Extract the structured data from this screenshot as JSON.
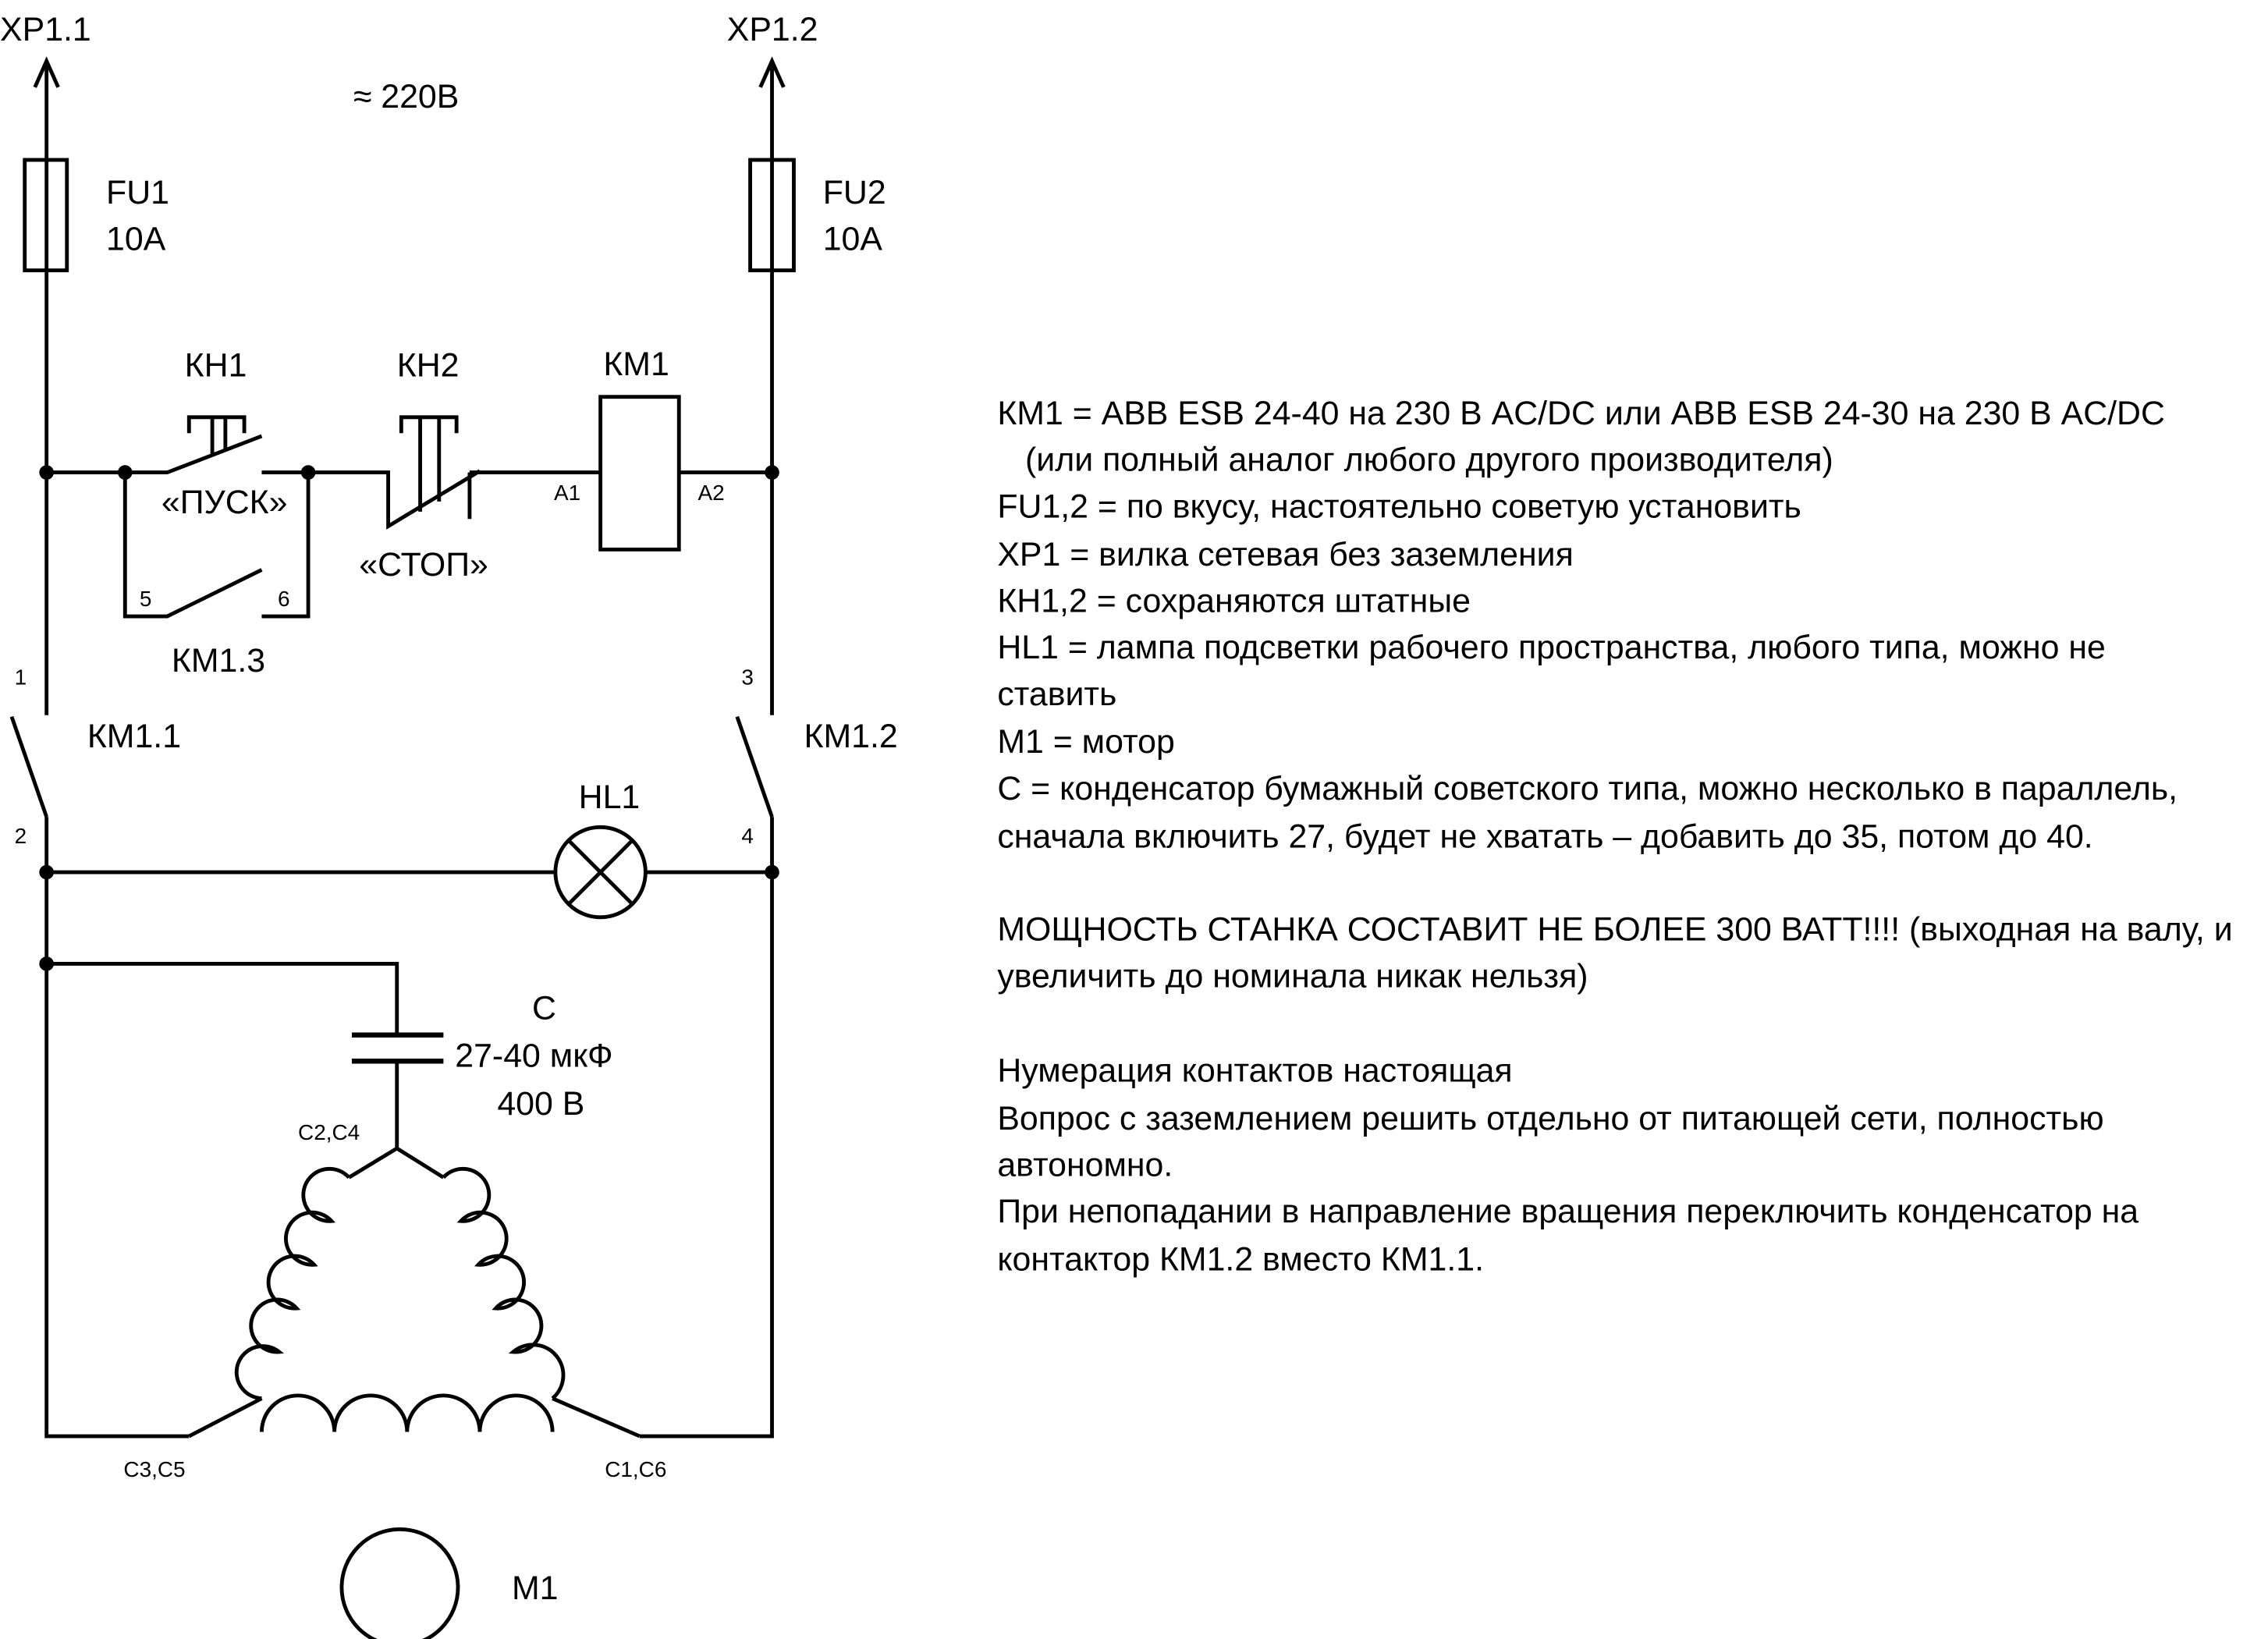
{
  "labels": {
    "xp11": "XP1.1",
    "xp12": "XP1.2",
    "voltage": "≈ 220В",
    "fu1": "FU1",
    "fu1_rating": "10А",
    "fu2": "FU2",
    "fu2_rating": "10А",
    "kh1": "КН1",
    "kh2": "КН2",
    "km1": "КМ1",
    "pusk": "«ПУСК»",
    "stop": "«СТОП»",
    "a1": "А1",
    "a2": "А2",
    "t5": "5",
    "t6": "6",
    "km13": "КМ1.3",
    "t1": "1",
    "t2": "2",
    "t3": "3",
    "t4": "4",
    "km11": "КМ1.1",
    "km12": "КМ1.2",
    "hl1": "HL1",
    "c": "С",
    "c_value": "27-40 мкФ",
    "c_voltage": "400 В",
    "c2c4": "С2,С4",
    "c3c5": "С3,С5",
    "c1c6": "С1,С6",
    "m1": "М1"
  },
  "notes": [
    "КМ1 = ABB ESB 24-40 на 230 В AC/DC или ABB ESB 24-30 на 230 В AC/DC",
    "   (или полный аналог любого другого производителя)",
    "FU1,2 = по вкусу, настоятельно советую установить",
    "ХР1 = вилка сетевая без заземления",
    "КН1,2 = сохраняются штатные",
    "HL1 = лампа подсветки рабочего пространства, любого типа, можно не",
    "ставить",
    "М1 = мотор",
    "С = конденсатор бумажный советского типа, можно несколько в параллель,",
    "сначала включить 27, будет не хватать – добавить до 35, потом до 40.",
    "МОЩНОСТЬ СТАНКА СОСТАВИТ НЕ БОЛЕЕ 300 ВАТТ!!!! (выходная на валу, и",
    "увеличить до номинала никак нельзя)",
    "Нумерация контактов настоящая",
    "Вопрос с заземлением решить отдельно от питающей сети, полностью",
    "автономно.",
    "При непопадании в направление вращения переключить конденсатор на",
    "контактор КМ1.2 вместо КМ1.1."
  ]
}
